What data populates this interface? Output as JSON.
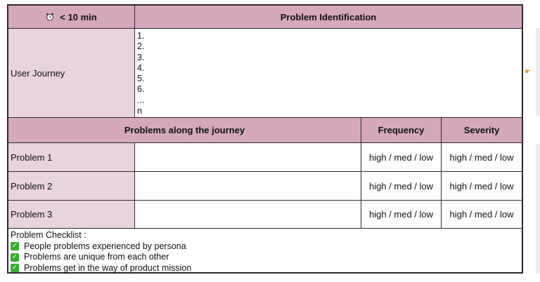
{
  "header": {
    "time_label": "< 10 min",
    "title": "Problem Identification"
  },
  "user_journey": {
    "label": "User Journey",
    "steps": [
      "1.",
      "2.",
      "3.",
      "4.",
      "5.",
      "6.",
      "...",
      "n"
    ]
  },
  "problems_table": {
    "headers": {
      "problems": "Problems along the journey",
      "frequency": "Frequency",
      "severity": "Severity"
    },
    "rows": [
      {
        "label": "Problem 1",
        "frequency": "high / med / low",
        "severity": "high / med / low"
      },
      {
        "label": "Problem 2",
        "frequency": "high / med / low",
        "severity": "high / med / low"
      },
      {
        "label": "Problem 3",
        "frequency": "high / med / low",
        "severity": "high / med / low"
      }
    ]
  },
  "checklist": {
    "title": "Problem Checklist :",
    "items": [
      "People problems experienced by persona",
      "Problems are unique from each other",
      "Problems get in the way of product mission"
    ]
  },
  "colors": {
    "header_fill": "#d5a8bd",
    "label_fill": "#e9d3de",
    "check_green": "#3aaa35"
  },
  "icons": [
    "alarm-clock-icon",
    "check-mark-icon",
    "pointing-hand-icon"
  ]
}
